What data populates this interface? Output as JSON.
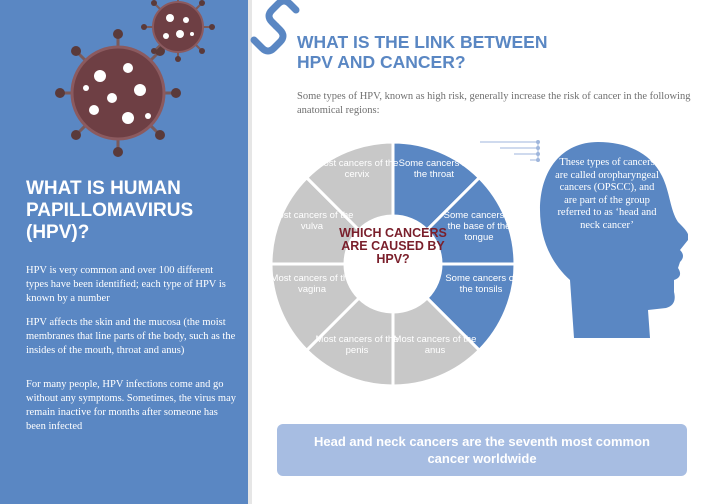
{
  "left": {
    "title": "WHAT IS HUMAN PAPILLOMAVIRUS (HPV)?",
    "paragraphs": [
      "HPV is very common and over 100 different types have been identified; each type of HPV is known by a number",
      "HPV affects the skin and the mucosa (the moist membranes that line parts of the body, such as the insides of the mouth, throat and anus)",
      "For many people, HPV infections come and go without any symptoms. Sometimes, the virus may remain inactive for months after someone has been infected"
    ]
  },
  "right": {
    "title_line1": "WHAT IS THE LINK BETWEEN",
    "title_line2": "HPV AND CANCER?",
    "intro": "Some types of HPV, known as high risk, generally increase the risk of cancer in the following anatomical regions:"
  },
  "wheel": {
    "center": "WHICH CANCERS ARE CAUSED BY HPV?",
    "segments": [
      {
        "label": "Some cancers in the throat"
      },
      {
        "label": "Some cancers in the base of the tongue"
      },
      {
        "label": "Some cancers of the tonsils"
      },
      {
        "label": "Most cancers of the anus"
      },
      {
        "label": "Most cancers of the penis"
      },
      {
        "label": "Most cancers of the vagina"
      },
      {
        "label": "Most cancers of the vulva"
      },
      {
        "label": "Most cancers of the cervix"
      }
    ]
  },
  "head": {
    "text": "These types of cancers are called oropharyngeal cancers (OPSCC), and are part of the group referred to as ‘head and neck cancer’"
  },
  "footer": {
    "text": "Head and neck cancers are the seventh most common cancer worldwide"
  },
  "colors": {
    "blue": "#5a87c3",
    "grey": "#c8c8c8",
    "maroon": "#7a1f2b",
    "light_blue_box": "#a7bde2"
  },
  "icons": [
    "virus-icon",
    "chain-link-icon",
    "head-silhouette-icon"
  ]
}
